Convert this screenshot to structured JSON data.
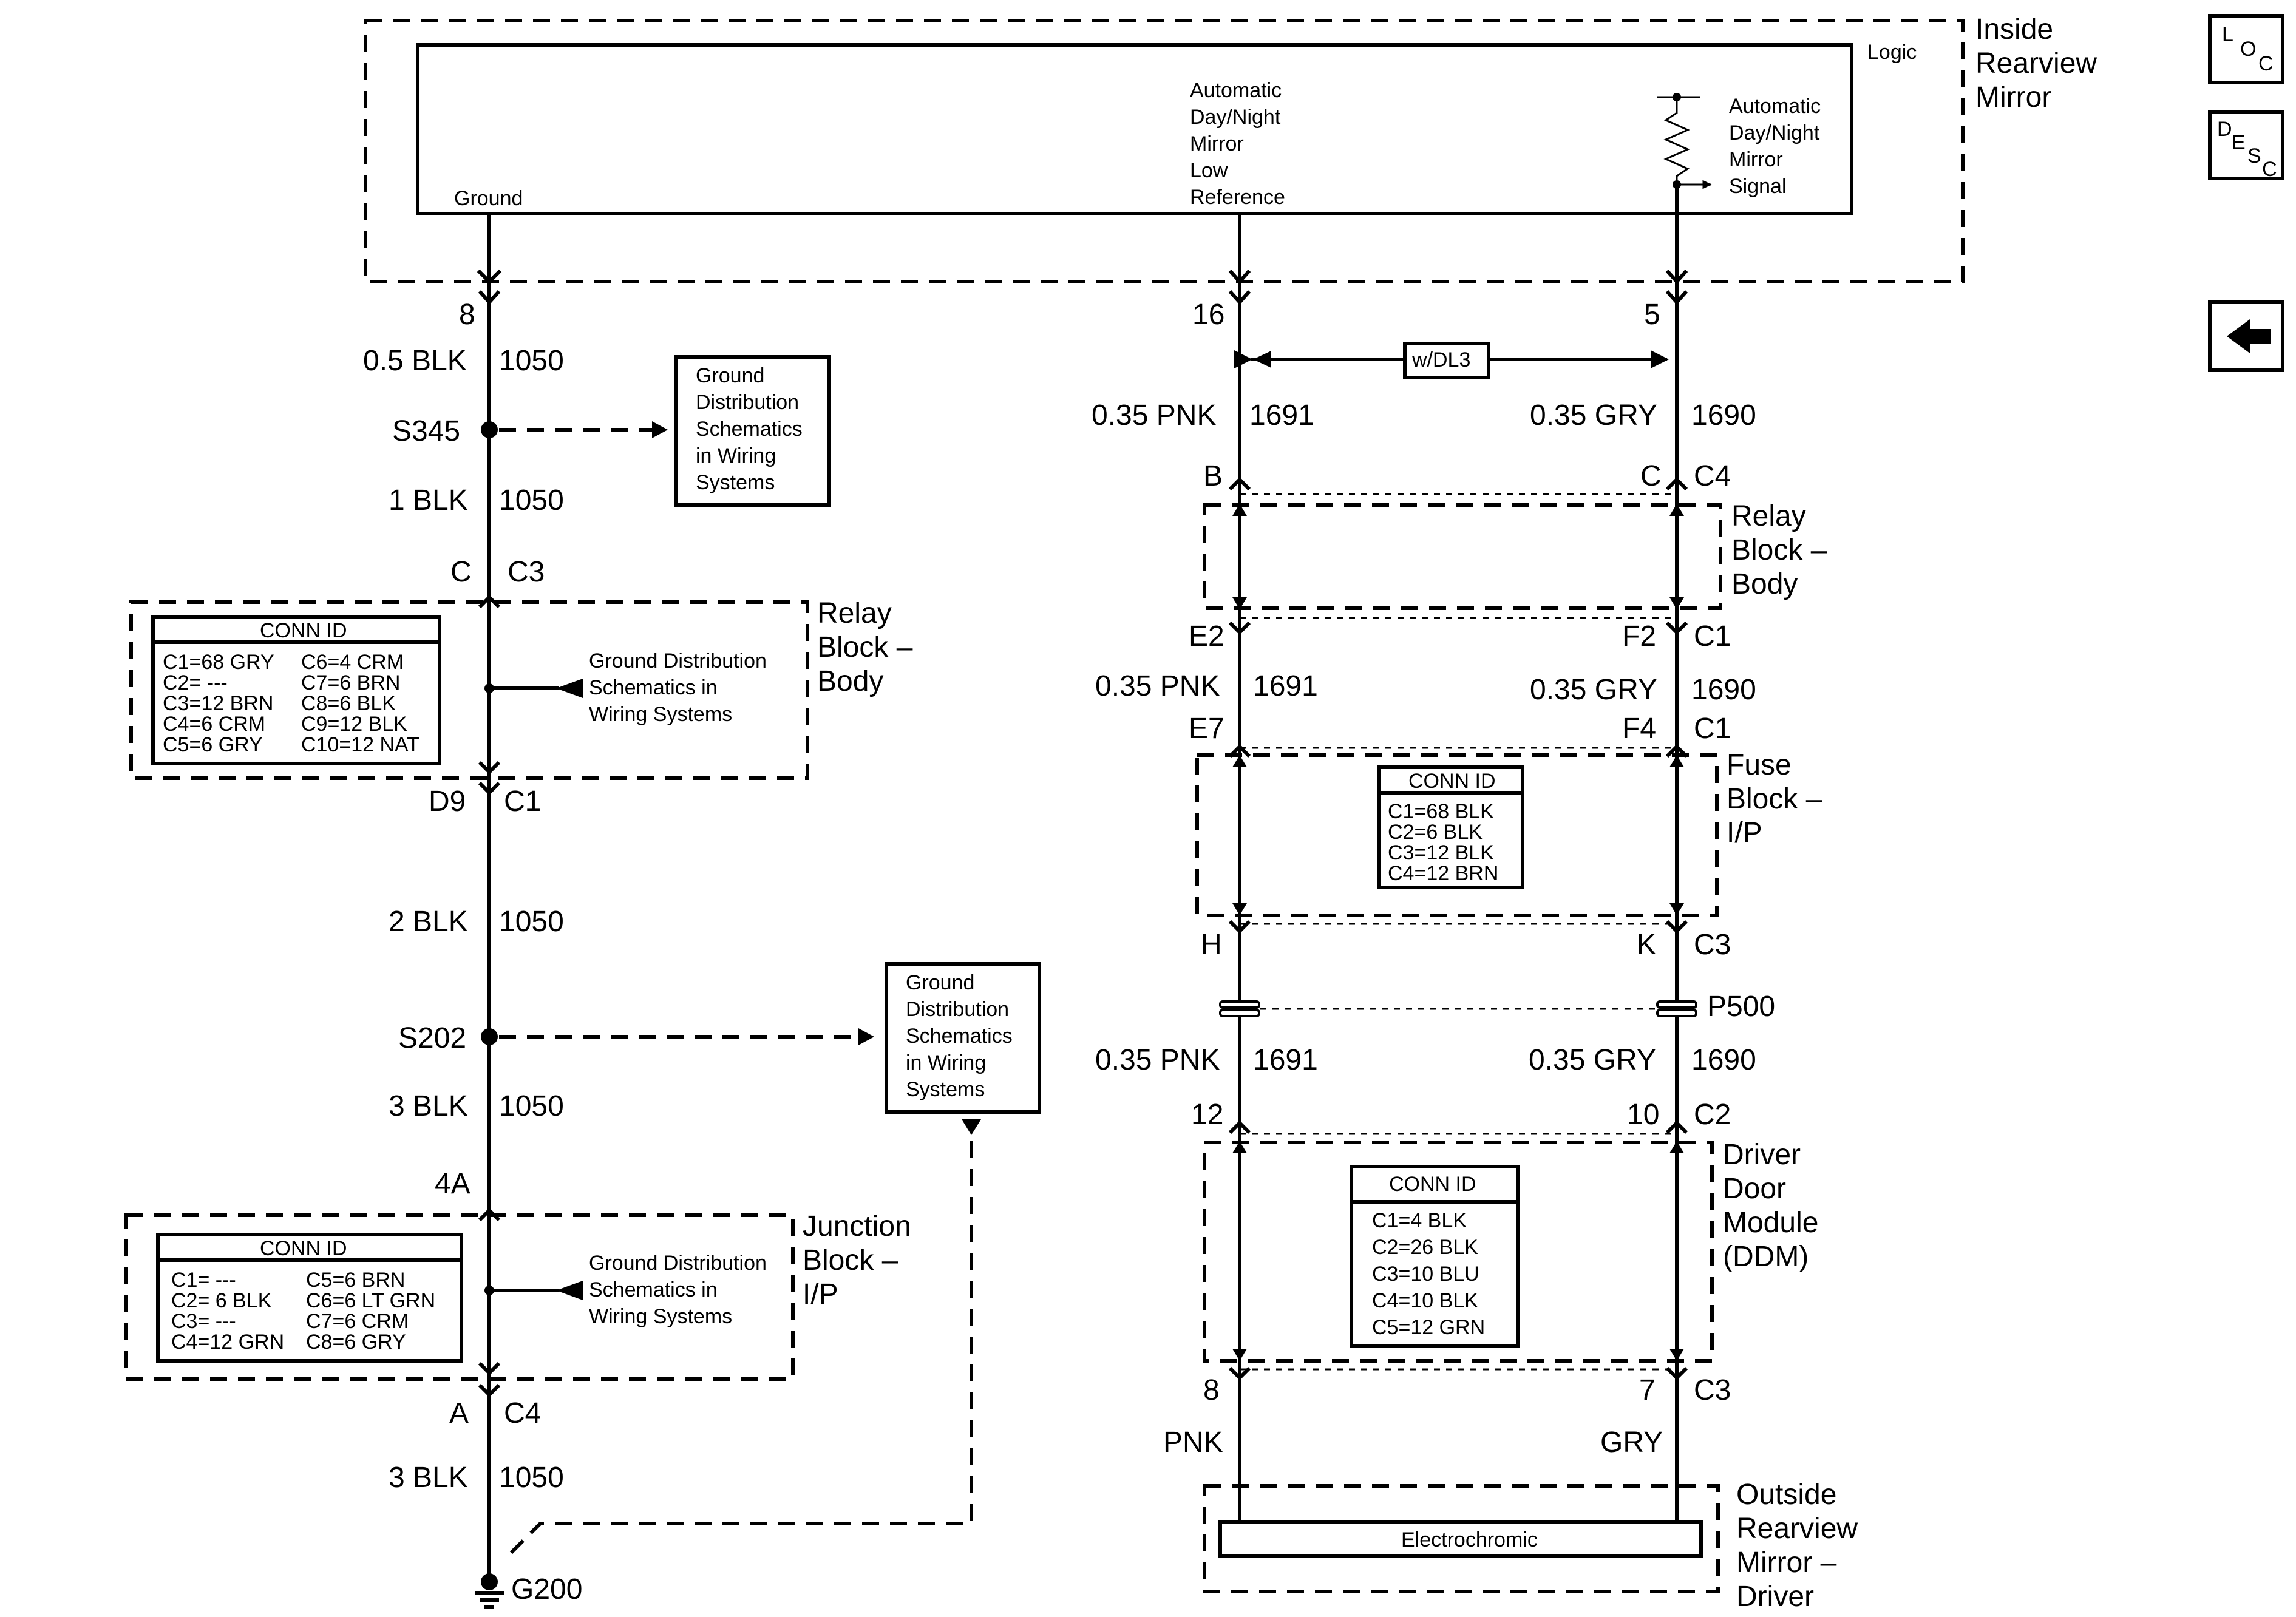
{
  "mirror": {
    "title": [
      "Inside",
      "Rearview",
      "Mirror"
    ],
    "logic": "Logic",
    "ground": "Ground",
    "low_ref": [
      "Automatic",
      "Day/Night",
      "Mirror",
      "Low",
      "Reference"
    ],
    "signal": [
      "Automatic",
      "Day/Night",
      "Mirror",
      "Signal"
    ]
  },
  "nav": {
    "loc": [
      "L",
      "O",
      "C"
    ],
    "desc": [
      "D",
      "E",
      "S",
      "C"
    ],
    "back_icon": "left-arrow-icon"
  },
  "left": {
    "pin8": "8",
    "w1_size": "0.5 BLK",
    "w1_circ": "1050",
    "s345": "S345",
    "gds1": [
      "Ground",
      "Distribution",
      "Schematics",
      "in Wiring",
      "Systems"
    ],
    "w2_size": "1 BLK",
    "w2_circ": "1050",
    "conn_c": "C",
    "conn_c3": "C3",
    "relay_title": [
      "Relay",
      "Block –",
      "Body"
    ],
    "relay_conn_title": "CONN ID",
    "relay_conn_rows": [
      [
        "C1=68 GRY",
        "C6=4 CRM"
      ],
      [
        "C2= ---",
        "C7=6 BRN"
      ],
      [
        "C3=12 BRN",
        "C8=6 BLK"
      ],
      [
        "C4=6 CRM",
        "C9=12 BLK"
      ],
      [
        "C5=6 GRY",
        "C10=12 NAT"
      ]
    ],
    "relay_gds": [
      "Ground Distribution",
      "Schematics in",
      "Wiring Systems"
    ],
    "d9": "D9",
    "c1": "C1",
    "w3_size": "2 BLK",
    "w3_circ": "1050",
    "s202": "S202",
    "gds2": [
      "Ground",
      "Distribution",
      "Schematics",
      "in Wiring",
      "Systems"
    ],
    "w4_size": "3 BLK",
    "w4_circ": "1050",
    "pin4a": "4A",
    "junction_title": [
      "Junction",
      "Block –",
      "I/P"
    ],
    "junction_conn_title": "CONN ID",
    "junction_conn_rows": [
      [
        "C1= ---",
        "C5=6 BRN"
      ],
      [
        "C2= 6 BLK",
        "C6=6 LT GRN"
      ],
      [
        "C3= ---",
        "C7=6 CRM"
      ],
      [
        "C4=12 GRN",
        "C8=6 GRY"
      ]
    ],
    "junction_gds": [
      "Ground Distribution",
      "Schematics in",
      "Wiring Systems"
    ],
    "pin_a": "A",
    "c4": "C4",
    "w5_size": "3 BLK",
    "w5_circ": "1050",
    "g200": "G200"
  },
  "right": {
    "pin16": "16",
    "pin5": "5",
    "option": "w/DL3",
    "pnk1_size": "0.35 PNK",
    "pnk1_circ": "1691",
    "gry1_size": "0.35 GRY",
    "gry1_circ": "1690",
    "pin_b": "B",
    "pin_c": "C",
    "c4": "C4",
    "relay_title": [
      "Relay",
      "Block –",
      "Body"
    ],
    "e2": "E2",
    "f2": "F2",
    "c1a": "C1",
    "pnk2_size": "0.35 PNK",
    "pnk2_circ": "1691",
    "gry2_size": "0.35 GRY",
    "gry2_circ": "1690",
    "e7": "E7",
    "f4": "F4",
    "c1b": "C1",
    "fuse_title": [
      "Fuse",
      "Block –",
      "I/P"
    ],
    "fuse_conn_title": "CONN ID",
    "fuse_conn_rows": [
      "C1=68 BLK",
      "C2=6 BLK",
      "C3=12 BLK",
      "C4=12 BRN"
    ],
    "pin_h": "H",
    "pin_k": "K",
    "c3a": "C3",
    "p500": "P500",
    "pnk3_size": "0.35 PNK",
    "pnk3_circ": "1691",
    "gry3_size": "0.35 GRY",
    "gry3_circ": "1690",
    "pin12": "12",
    "pin10": "10",
    "c2": "C2",
    "ddm_title": [
      "Driver",
      "Door",
      "Module",
      "(DDM)"
    ],
    "ddm_conn_title": "CONN ID",
    "ddm_conn_rows": [
      "C1=4 BLK",
      "C2=26 BLK",
      "C3=10 BLU",
      "C4=10 BLK",
      "C5=12 GRN"
    ],
    "pin8": "8",
    "pin7": "7",
    "c3b": "C3",
    "pnk": "PNK",
    "gry": "GRY",
    "electrochromic": "Electrochromic",
    "outside_title": [
      "Outside",
      "Rearview",
      "Mirror –",
      "Driver"
    ]
  }
}
